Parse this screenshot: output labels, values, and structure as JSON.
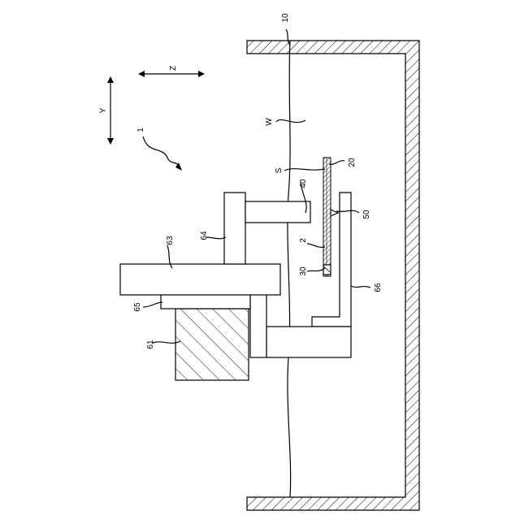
{
  "figure": {
    "axes": {
      "z": "Z",
      "y": "Y"
    },
    "labels": {
      "tank": "10",
      "apparatus": "1",
      "liquid": "W",
      "surface": "S",
      "plate": "20",
      "nozzle": "40",
      "tool": "50",
      "workpiece": "2",
      "holder": "30",
      "column": "63",
      "arm": "64",
      "stand": "65",
      "base": "61",
      "support": "66"
    }
  }
}
